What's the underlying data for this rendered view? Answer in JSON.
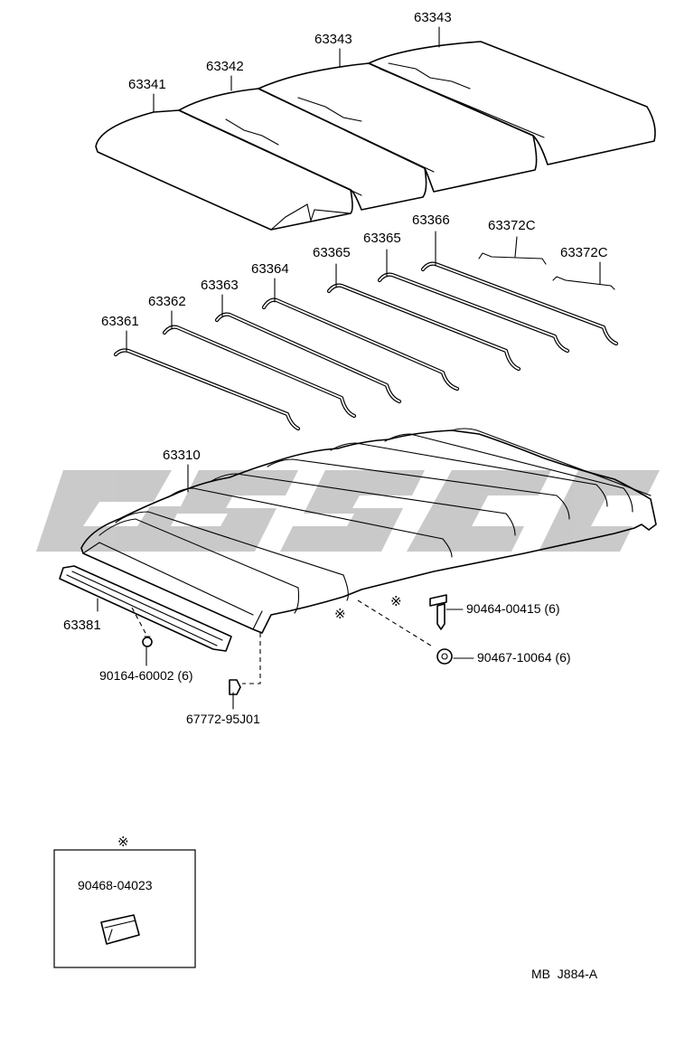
{
  "parts": {
    "roof_panel_1": "63341",
    "roof_panel_2": "63342",
    "roof_panel_3": "63343",
    "roof_panel_4": "63343",
    "bow_1": "63361",
    "bow_2": "63362",
    "bow_3": "63363",
    "bow_4": "63364",
    "bow_5": "63365",
    "bow_6": "63365",
    "bow_7": "63366",
    "wire_1": "63372C",
    "wire_2": "63372C",
    "headliner": "63310",
    "front_rail": "63381",
    "screw_front": "90164-60002 (6)",
    "clip": "67772-95J01",
    "screw_side": "90464-00415 (6)",
    "clip_side": "90467-10064 (6)"
  },
  "markers": {
    "ref_symbol": "※"
  },
  "inset": {
    "part": "90468-04023"
  },
  "footer": {
    "code": "MB  J884-A"
  }
}
